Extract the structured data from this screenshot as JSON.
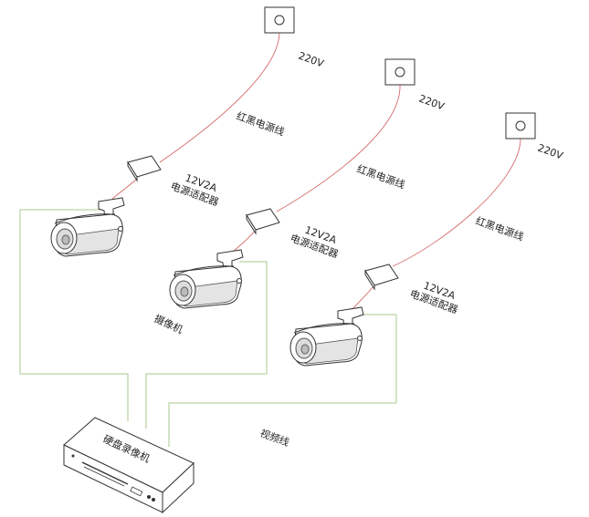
{
  "outlets": [
    {
      "voltage": "220V"
    },
    {
      "voltage": "220V"
    },
    {
      "voltage": "220V"
    }
  ],
  "power_cables": [
    {
      "label": "红黑电源线"
    },
    {
      "label": "红黑电源线"
    },
    {
      "label": "红黑电源线"
    }
  ],
  "adapters": [
    {
      "rating": "12V2A",
      "name": "电源适配器"
    },
    {
      "rating": "12V2A",
      "name": "电源适配器"
    },
    {
      "rating": "12V2A",
      "name": "电源适配器"
    }
  ],
  "camera_label": "摄像机",
  "video_cable_label": "视频线",
  "recorder_label": "硬盘录像机"
}
